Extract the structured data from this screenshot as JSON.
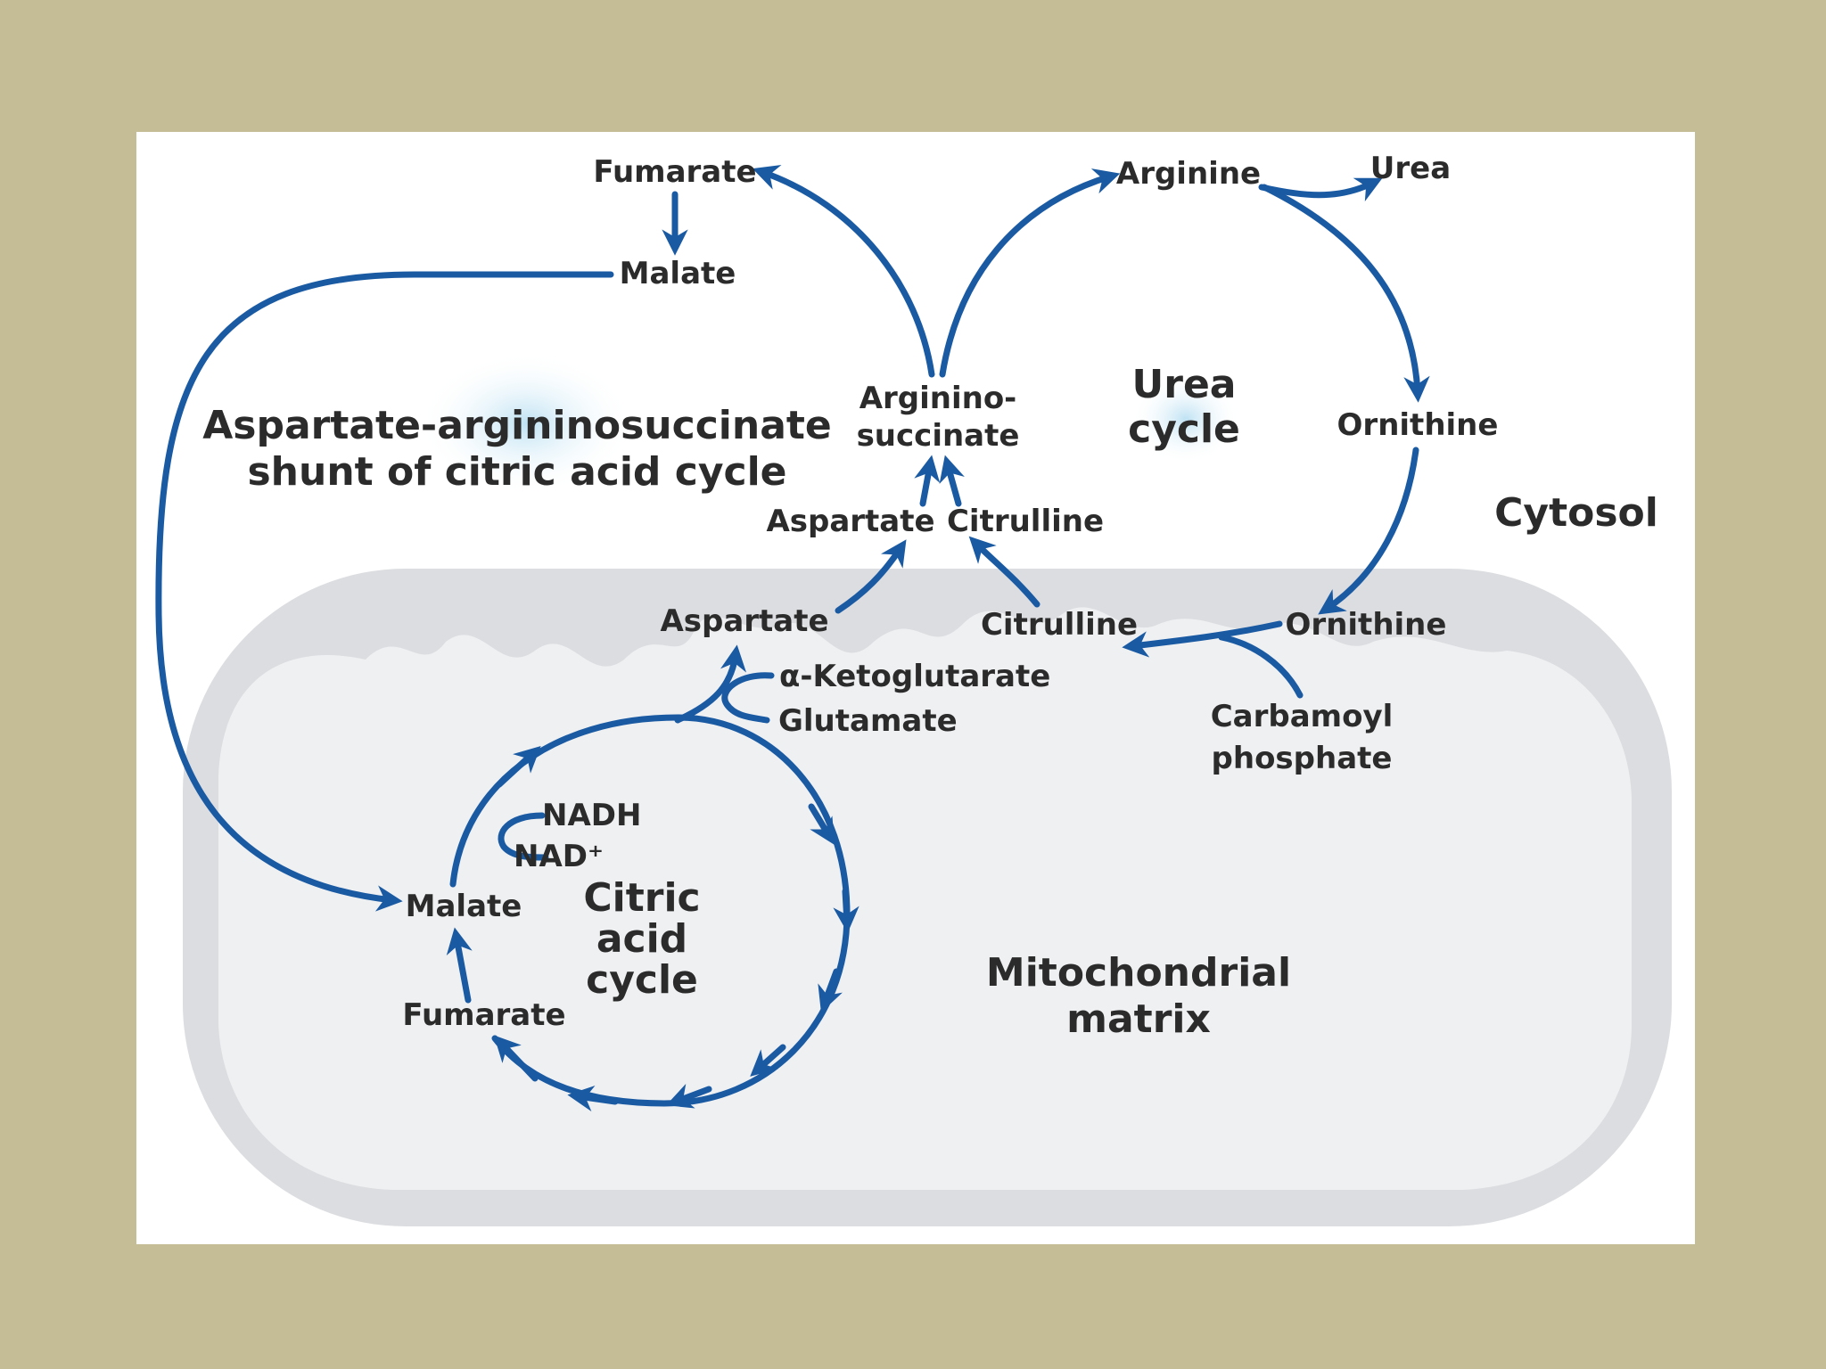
{
  "labels": {
    "fumarate_top": "Fumarate",
    "malate_top": "Malate",
    "arginine": "Arginine",
    "urea": "Urea",
    "argininosuccinate_1": "Arginino-",
    "argininosuccinate_2": "succinate",
    "urea_cycle_1": "Urea",
    "urea_cycle_2": "cycle",
    "ornithine_cytosol": "Ornithine",
    "cytosol": "Cytosol",
    "shunt_1": "Aspartate-argininosuccinate",
    "shunt_2": "shunt of citric acid cycle",
    "aspartate_cytosol": "Aspartate",
    "citrulline_cytosol": "Citrulline",
    "aspartate_matrix": "Aspartate",
    "citrulline_matrix": "Citrulline",
    "ornithine_matrix": "Ornithine",
    "carbamoyl_1": "Carbamoyl",
    "carbamoyl_2": "phosphate",
    "alpha_ketoglutarate": "α-Ketoglutarate",
    "glutamate": "Glutamate",
    "nadh": "NADH",
    "nad": "NAD⁺",
    "malate_matrix": "Malate",
    "fumarate_matrix": "Fumarate",
    "citric_1": "Citric",
    "citric_2": "acid",
    "citric_3": "cycle",
    "mito_1": "Mitochondrial",
    "mito_2": "matrix"
  },
  "colors": {
    "background": "#c5bd95",
    "panel": "#ffffff",
    "arrow": "#1a5aa3",
    "text": "#2b2b2b",
    "mitochondrion_outer": "#dcdde0",
    "mitochondrion_inner": "#eff0f2"
  }
}
